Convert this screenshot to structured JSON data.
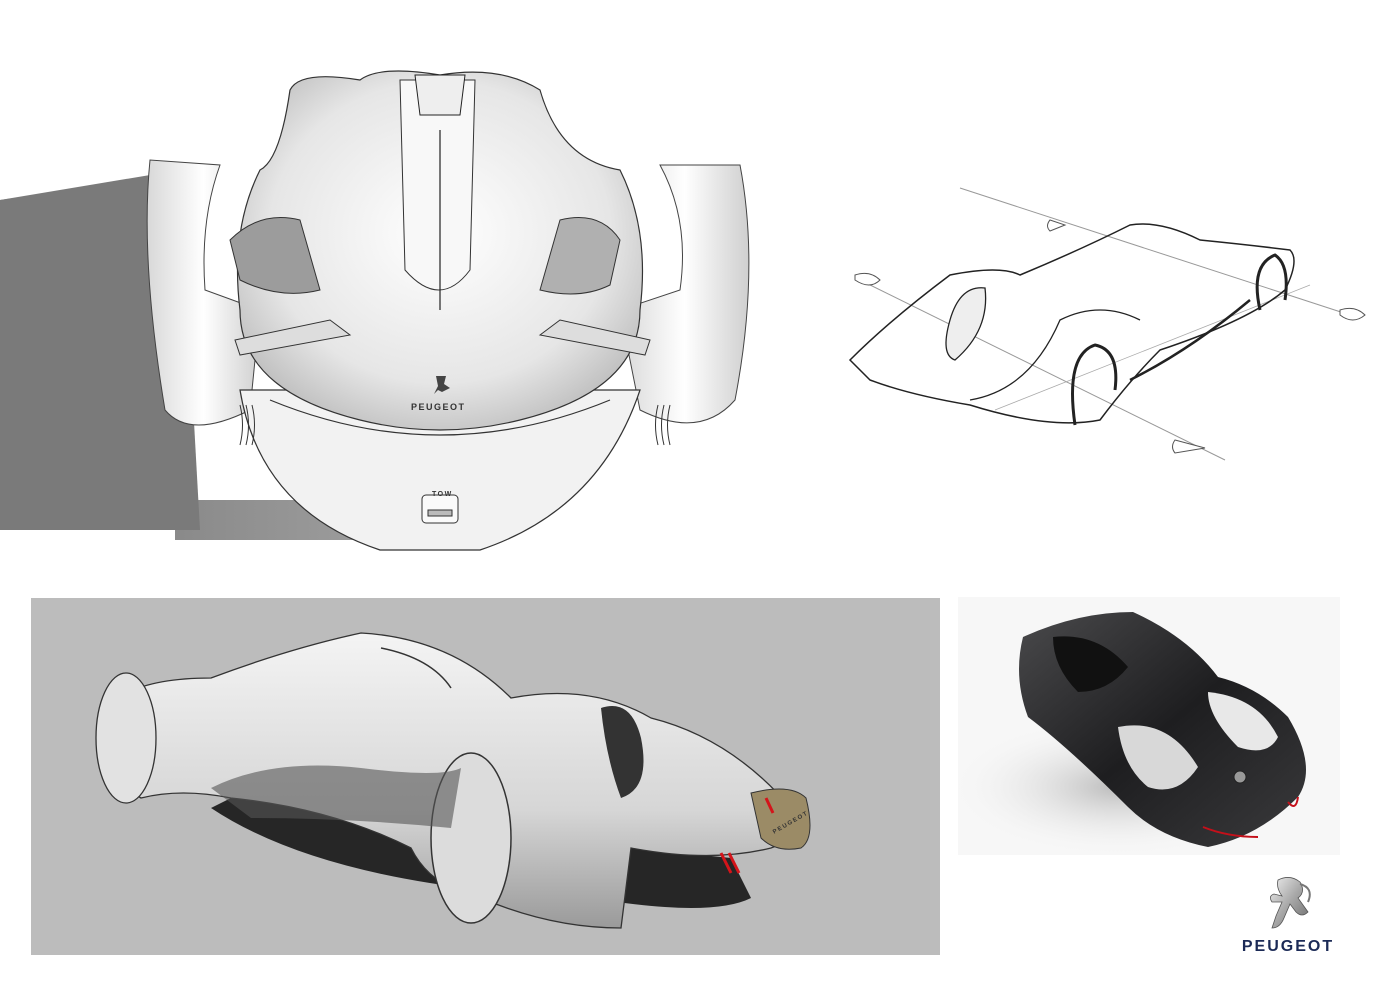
{
  "sheet": {
    "background": "#ffffff",
    "panels": [
      {
        "id": "front-sketch",
        "description": "Front view rendering of concept race car with cast shadow"
      },
      {
        "id": "line-sketch",
        "description": "Perspective line sketch with axis arrows"
      },
      {
        "id": "side-render",
        "description": "Three-quarter rear marker rendering on grey background",
        "background": "#bcbcbc"
      },
      {
        "id": "photo-render",
        "description": "Dark glossy 3D render, top view"
      }
    ]
  },
  "front_sketch": {
    "badge_text": "PEUGEOT",
    "tow_label": "TOW",
    "shadow_color": "#8a8a8a"
  },
  "side_render": {
    "badge_text": "PEUGEOT",
    "accent_red": "#d4141a",
    "accent_gold": "#9b8b66"
  },
  "photo_render": {
    "body_color": "#2a2a2c",
    "accent_red": "#c4101a"
  },
  "brand": {
    "name": "PEUGEOT",
    "color": "#1b2a56"
  }
}
